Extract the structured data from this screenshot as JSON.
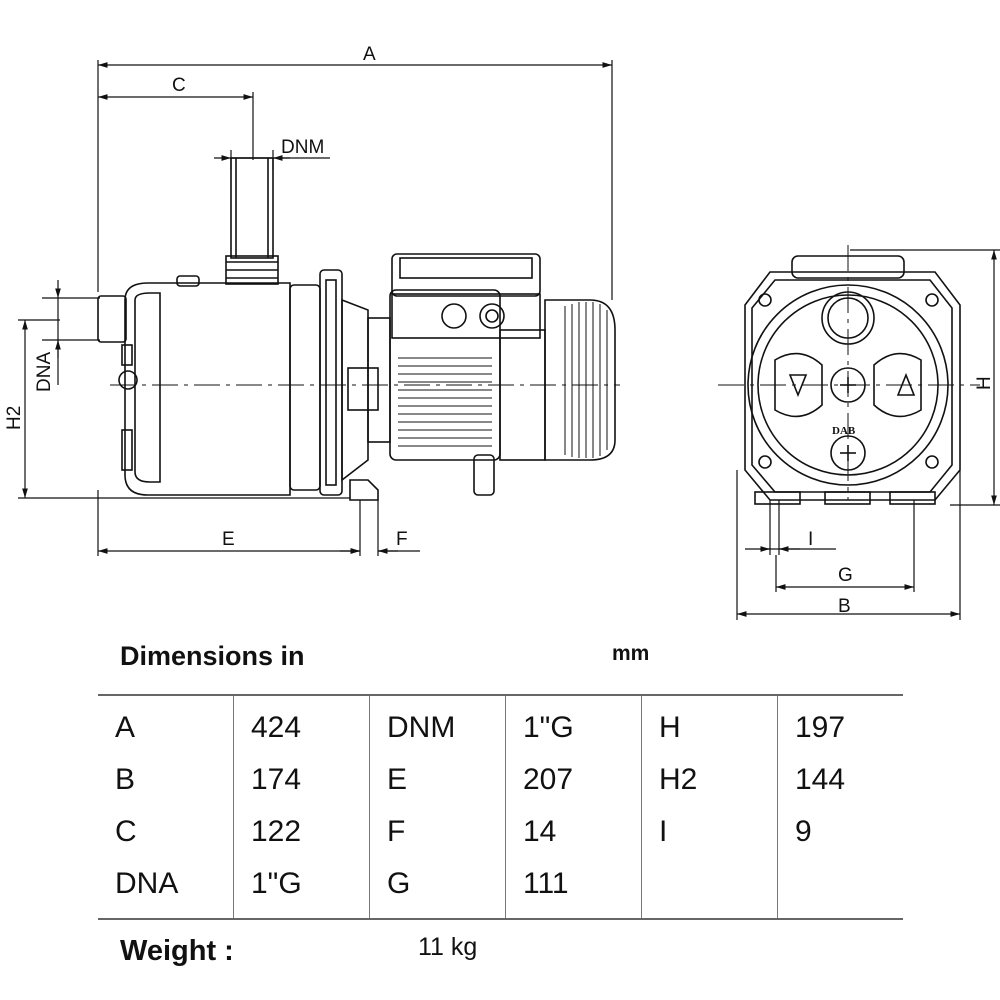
{
  "labels": {
    "A": "A",
    "B": "B",
    "C": "C",
    "DNM": "DNM",
    "DNA": "DNA",
    "E": "E",
    "F": "F",
    "G": "G",
    "H": "H",
    "H2": "H2",
    "I": "I",
    "brand": "DAB"
  },
  "table": {
    "title": "Dimensions in",
    "unit": "mm",
    "rows": [
      [
        "A",
        "424",
        "DNM",
        "1\"G",
        "H",
        "197"
      ],
      [
        "B",
        "174",
        "E",
        "207",
        "H2",
        "144"
      ],
      [
        "C",
        "122",
        "F",
        "14",
        "I",
        "9"
      ],
      [
        "DNA",
        "1\"G",
        "G",
        "111",
        "",
        ""
      ]
    ]
  },
  "weight": {
    "label": "Weight :",
    "value": "11 kg"
  }
}
